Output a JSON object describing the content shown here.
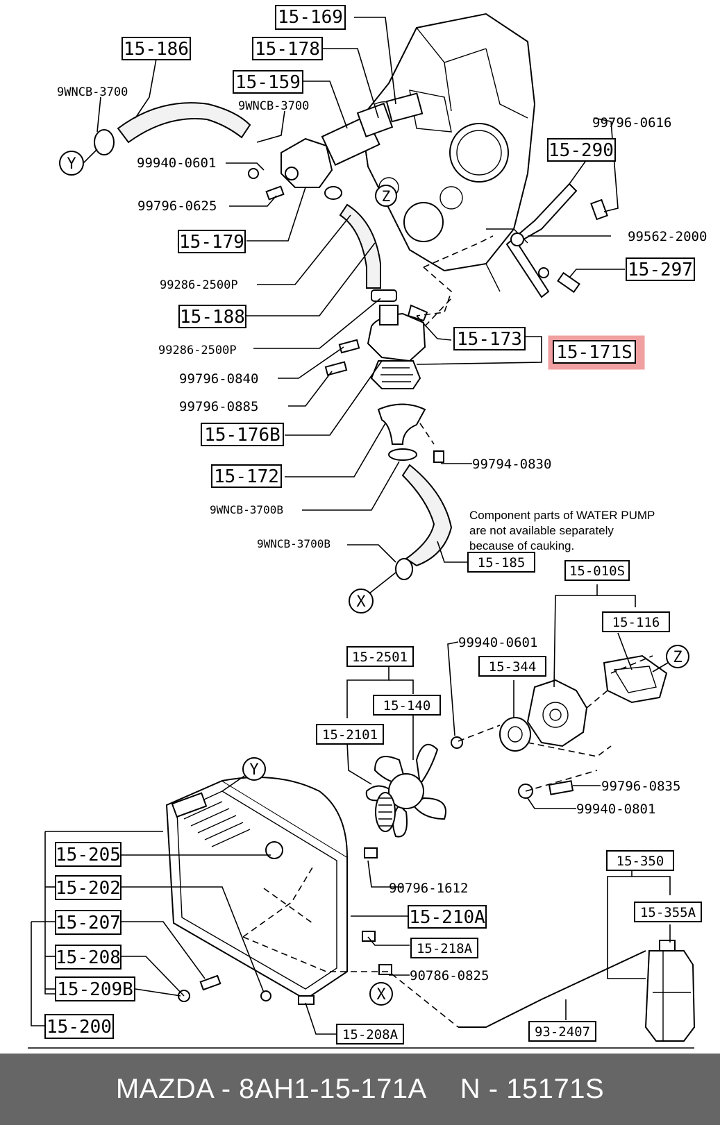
{
  "labels": {
    "p15169": "15-169",
    "p15186": "15-186",
    "p15178": "15-178",
    "p15159": "15-159",
    "p15290": "15-290",
    "p15179": "15-179",
    "p15297": "15-297",
    "p15188": "15-188",
    "p15173": "15-173",
    "p15171s": "15-171S",
    "p15176b": "15-176B",
    "p15172": "15-172",
    "p15185": "15-185",
    "p15010s": "15-010S",
    "p15116": "15-116",
    "p152501": "15-2501",
    "p15344": "15-344",
    "p15140": "15-140",
    "p152101": "15-2101",
    "p15205": "15-205",
    "p15202": "15-202",
    "p15207": "15-207",
    "p15208": "15-208",
    "p15209b": "15-209B",
    "p15200": "15-200",
    "p15210a": "15-210A",
    "p15218a": "15-218A",
    "p15208a": "15-208A",
    "p15350": "15-350",
    "p15355a": "15-355A",
    "p932407": "93-2407",
    "n9wncb3700a": "9WNCB-3700",
    "n9wncb3700b": "9WNCB-3700",
    "n99940_0601a": "99940-0601",
    "n99796_0625": "99796-0625",
    "n99796_0616": "99796-0616",
    "n99562_2000": "99562-2000",
    "n99286_2500pa": "99286-2500P",
    "n99286_2500pb": "99286-2500P",
    "n99796_0840": "99796-0840",
    "n99796_0885": "99796-0885",
    "n99794_0830": "99794-0830",
    "n9wncb3700ba": "9WNCB-3700B",
    "n9wncb3700bb": "9WNCB-3700B",
    "n99940_0601b": "99940-0601",
    "n99796_0835": "99796-0835",
    "n99940_0801": "99940-0801",
    "n90796_1612": "90796-1612",
    "n90786_0825": "90786-0825"
  },
  "markers": {
    "y": "Y",
    "z": "Z",
    "x": "X"
  },
  "note": {
    "line1": "Component parts of WATER PUMP",
    "line2": "are not available separately",
    "line3": "because of cauking."
  },
  "highlight_color": "#f0a0a0",
  "footer": {
    "brand_part": "MAZDA - 8AH1-15-171A",
    "alt_part": "N - 15171S"
  }
}
